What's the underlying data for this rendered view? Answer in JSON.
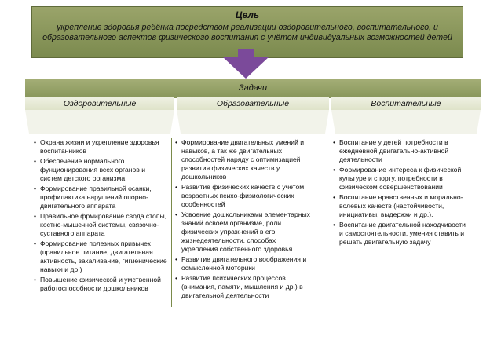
{
  "goal": {
    "title": "Цель",
    "text": "укрепление здоровья ребёнка посредством реализации оздоровительного, воспитательного, и образовательного аспектов физического воспитания с учётом индивидуальных возможностей детей"
  },
  "tasks": {
    "title": "Задачи",
    "columns": [
      {
        "header": "Оздоровительные",
        "items": [
          "Охрана жизни и укрепление здоровья воспитанников",
          "Обеспечение нормального фунционирования всех органов и систем детского организма",
          "Формирование правильной осанки, профилактика нарушений опорно-двигательного аппарата",
          "Правильное фрмирование свода стопы, костно-мышечной системы, связочно-суставного аппарата",
          "Формирование полезных привычек (правильное питание, двигательная активность, закаливание, гигиенические навыки и др.)",
          "Повышение физической и умственной работоспособности дошкольников"
        ]
      },
      {
        "header": "Образовательные",
        "items": [
          "Формирование двигательных умений и навыков, а так же двигательных способностей наряду с оптимизацией развития физических качеств у дошкольников",
          "Развитие физических качеств с учетом возрастных психо-физиологических особенностей",
          "Усвоение дошкольниками элементарных знаний освоем организме, роли физических упражнений в его жизнедеятельности, способах укрепления собственного здоровья",
          "Развитие двигательного воображения и осмысленной моторики",
          "Развитие психических процессов (внимания, памяти, мышления и др.) в двигательной деятельности"
        ]
      },
      {
        "header": "Воспитательные",
        "items": [
          "Воспитание у детей потребности в ежедневной двигательно-активной деятельности",
          "Формирование интереса к физической культуре и спорту, потребности в физическом совершенствовании",
          "Воспитание нравственных и морально-волевых качеств (настойчивости, инициативы, выдержки и др.).",
          "Воспитание двигательной находчивости и самостоятельности, умения ставить и решать двигательную задачу"
        ]
      }
    ]
  },
  "colors": {
    "goal_bg": "#8a975a",
    "arrow": "#7b4a9a",
    "line": "#7a8a4a"
  }
}
